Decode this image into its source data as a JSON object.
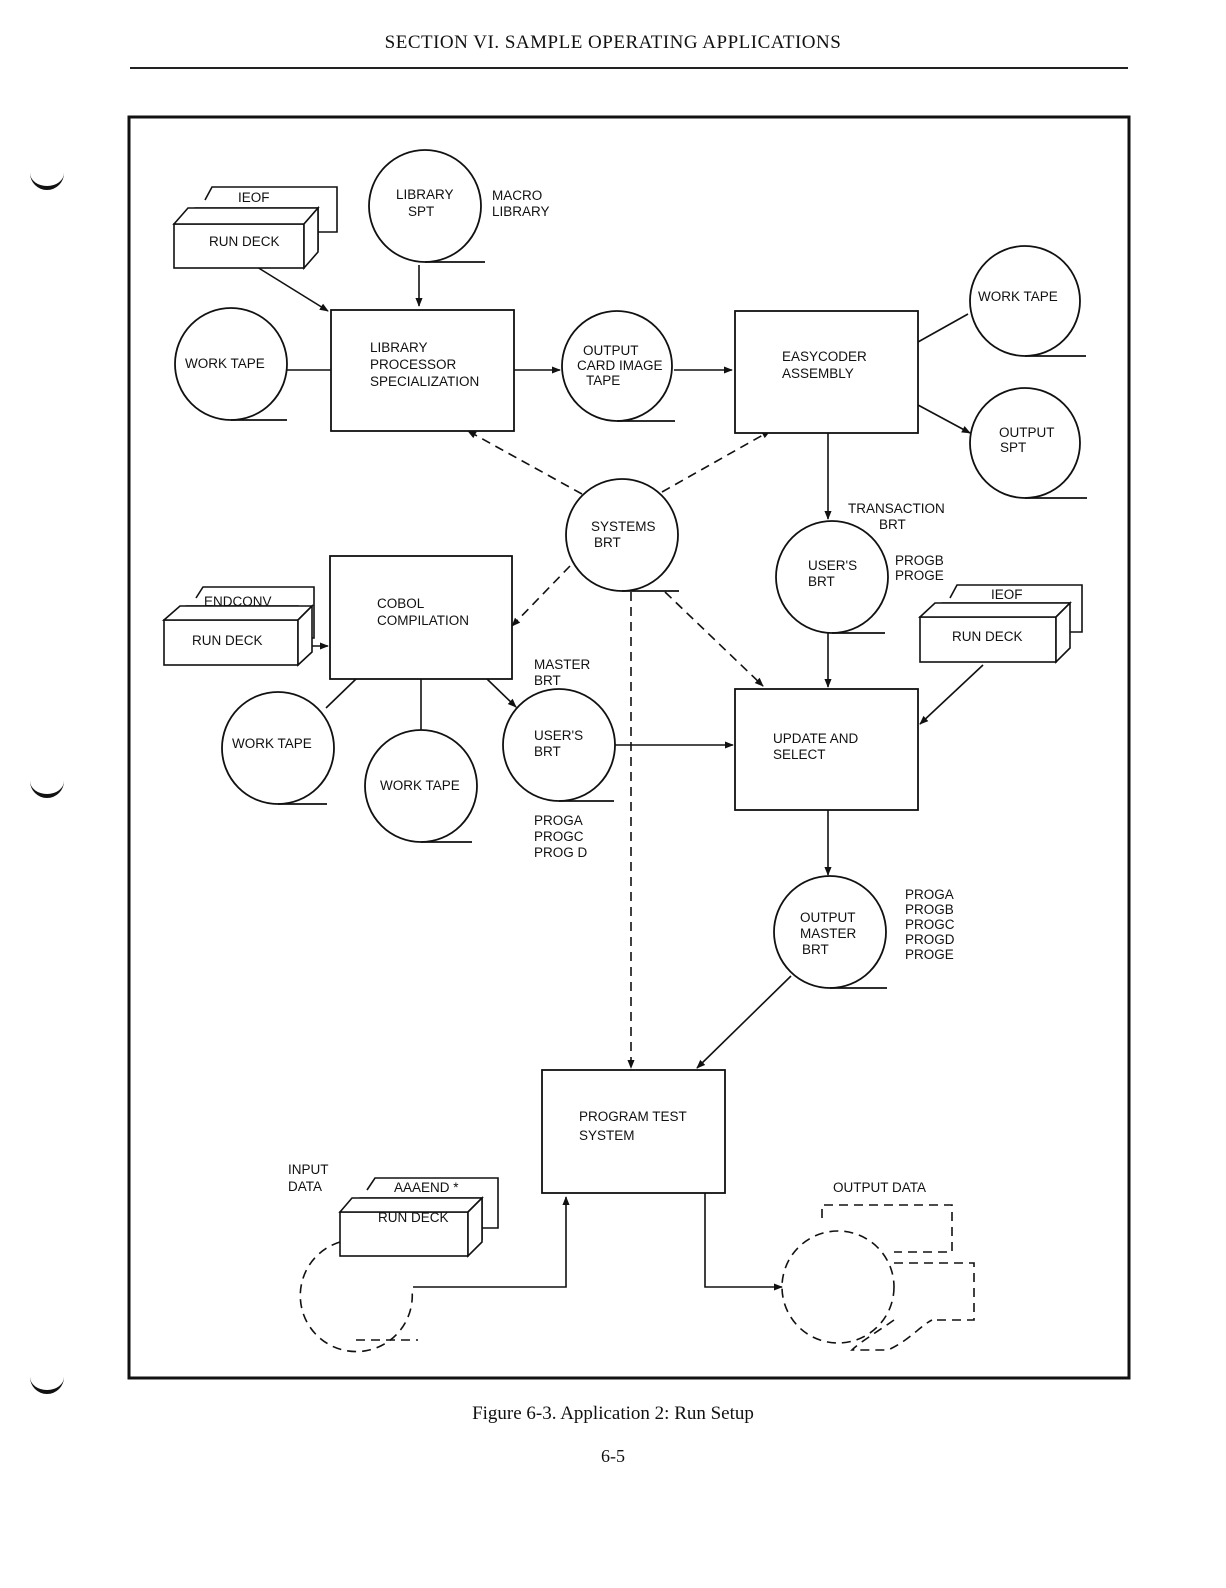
{
  "page": {
    "header": "SECTION VI.  SAMPLE OPERATING APPLICATIONS",
    "caption": "Figure 6-3.  Application 2:  Run Setup",
    "page_number": "6-5"
  },
  "diagram": {
    "processes": {
      "library_processor": [
        "LIBRARY",
        "PROCESSOR",
        "SPECIALIZATION"
      ],
      "easycoder_assembly": [
        "EASYCODER",
        "ASSEMBLY"
      ],
      "cobol_compilation": [
        "COBOL",
        "COMPILATION"
      ],
      "update_and_select": [
        "UPDATE AND",
        "SELECT"
      ],
      "program_test_system": [
        "PROGRAM TEST",
        "SYSTEM"
      ]
    },
    "tapes": {
      "library_spt": [
        "LIBRARY",
        "SPT"
      ],
      "work_tape_1": [
        "WORK TAPE"
      ],
      "output_card_image_tape": [
        "OUTPUT",
        "CARD IMAGE",
        "TAPE"
      ],
      "work_tape_2": [
        "WORK TAPE"
      ],
      "output_spt": [
        "OUTPUT",
        "SPT"
      ],
      "systems_brt": [
        "SYSTEMS",
        "BRT"
      ],
      "users_brt_1": [
        "USER'S",
        "BRT"
      ],
      "work_tape_3": [
        "WORK TAPE"
      ],
      "work_tape_4": [
        "WORK TAPE"
      ],
      "users_brt_2": [
        "USER'S",
        "BRT"
      ],
      "output_master_brt": [
        "OUTPUT",
        "MASTER",
        "BRT"
      ]
    },
    "decks": {
      "deck_1": {
        "top": "IEOF",
        "front": "RUN DECK"
      },
      "deck_2": {
        "top": "ENDCONV",
        "front": "RUN DECK"
      },
      "deck_3": {
        "top": "IEOF",
        "front": "RUN DECK"
      },
      "deck_4": {
        "top": "AAAEND  *",
        "front": "RUN DECK"
      }
    },
    "annotations": {
      "macro_library": [
        "MACRO",
        "LIBRARY"
      ],
      "transaction_brt": [
        "TRANSACTION",
        "BRT"
      ],
      "progb_proge": [
        "PROGB",
        "PROGE"
      ],
      "master_brt": [
        "MASTER",
        "BRT"
      ],
      "proga_progc_progd": [
        "PROGA",
        "PROGC",
        "PROG D"
      ],
      "proga_to_proge": [
        "PROGA",
        "PROGB",
        "PROGC",
        "PROGD",
        "PROGE"
      ],
      "input_data": [
        "INPUT",
        "DATA"
      ],
      "output_data": [
        "OUTPUT DATA"
      ]
    }
  }
}
